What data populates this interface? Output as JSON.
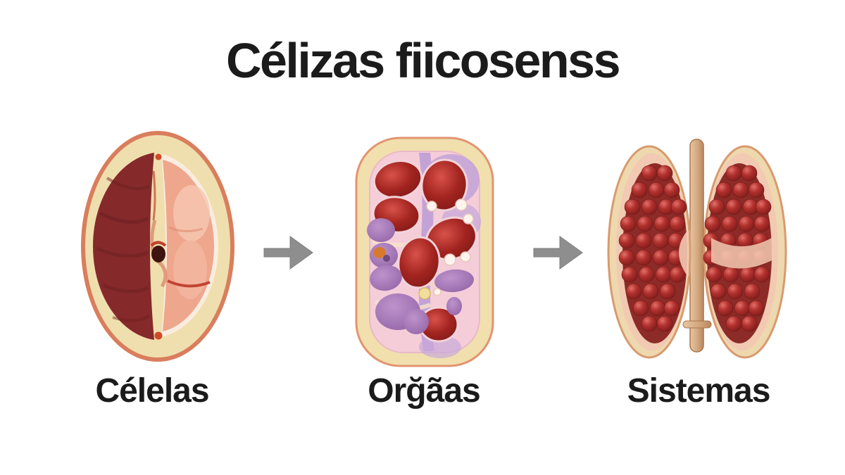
{
  "title": {
    "text": "Célizas fiicosenss"
  },
  "figures": [
    {
      "name": "cells",
      "label": "Célelas",
      "illustration": "cell-cross-section-illustration"
    },
    {
      "name": "organs",
      "label": "Orğãas",
      "illustration": "organ-tissue-illustration"
    },
    {
      "name": "systems",
      "label": "Sistemas",
      "illustration": "system-lobes-illustration"
    }
  ],
  "arrows": [
    {
      "icon": "right-arrow-icon",
      "direction": "right"
    },
    {
      "icon": "right-arrow-icon",
      "direction": "right"
    }
  ],
  "colors": {
    "background": "#ffffff",
    "text": "#1b1b1b",
    "arrow_gray": "#8e8e8e",
    "rim_cream": "#f0dfae",
    "rim_salmon": "#d97e5d",
    "lobe_dark_red": "#85292b",
    "lobe_salmon_pink": "#eea68c",
    "tissue_pink": "#f4cdd9",
    "tissue_lavender": "#c3a2d6",
    "cell_red": "#a32420",
    "cell_purple": "#a87ab8",
    "berry_red": "#b2312e",
    "cavity_red": "#8c2b27",
    "rod_tan": "#d3a87f"
  }
}
